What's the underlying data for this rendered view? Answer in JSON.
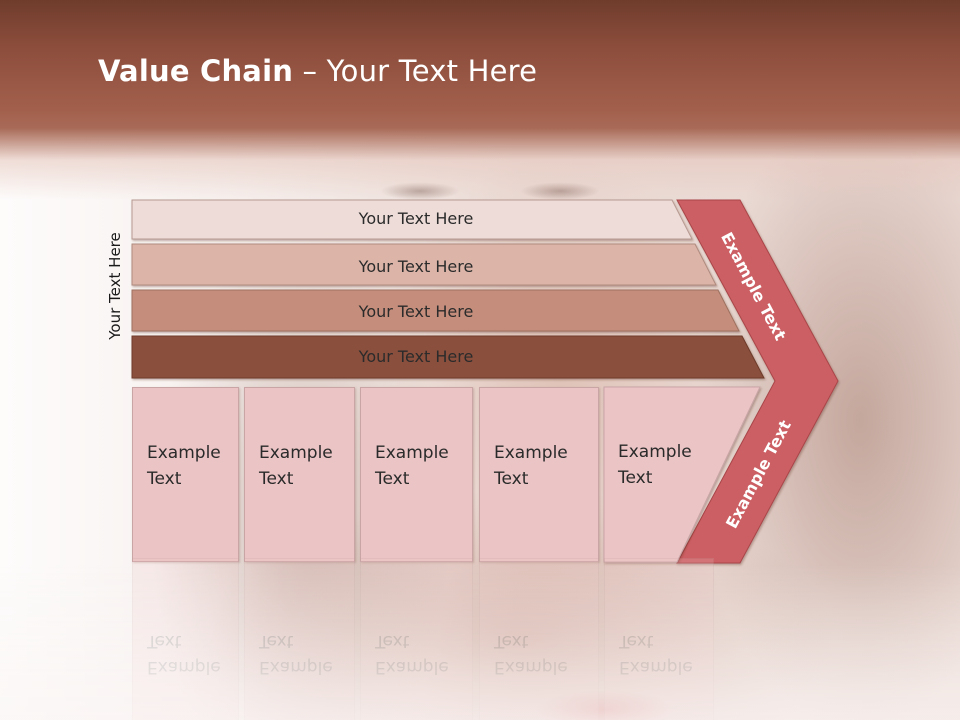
{
  "slide": {
    "title_bold": "Value Chain",
    "title_rest": " – Your Text Here",
    "side_label": "Your Text Here"
  },
  "bands": [
    {
      "label": "Your Text Here",
      "color": "#eddcd8"
    },
    {
      "label": "Your Text Here",
      "color": "#dcb5a8"
    },
    {
      "label": "Your Text Here",
      "color": "#c58e7c"
    },
    {
      "label": "Your Text Here",
      "color": "#8a4f3c"
    }
  ],
  "chevron": {
    "top_label": "Example Text",
    "bottom_label": "Example Text",
    "color": "#cc5f63"
  },
  "boxes": [
    {
      "line1": "Example",
      "line2": "Text"
    },
    {
      "line1": "Example",
      "line2": "Text"
    },
    {
      "line1": "Example",
      "line2": "Text"
    },
    {
      "line1": "Example",
      "line2": "Text"
    },
    {
      "line1": "Example",
      "line2": "Text"
    }
  ],
  "colors": {
    "header": "#8e4e3d",
    "box_fill": "#ebc4c5"
  }
}
